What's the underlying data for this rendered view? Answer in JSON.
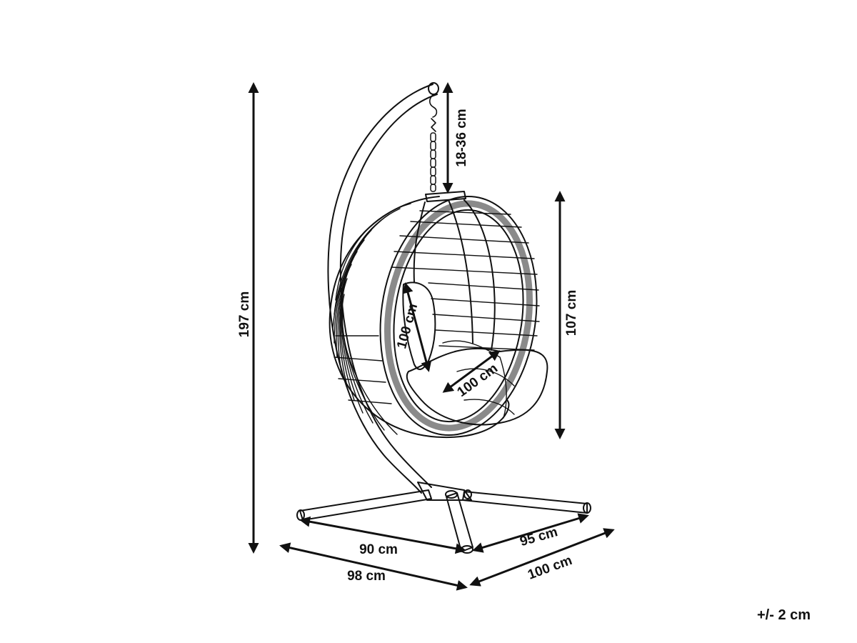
{
  "dimensions": {
    "total_height": "197 cm",
    "chain_length": "18-36 cm",
    "basket_height": "107 cm",
    "seat_height": "100 cm",
    "seat_depth": "100 cm",
    "base_front_left": "90 cm",
    "base_front_right": "95 cm",
    "base_outer_left": "98 cm",
    "base_outer_right": "100 cm"
  },
  "tolerance": "+/- 2 cm",
  "colors": {
    "line": "#111111",
    "rim": "#8a8a8a",
    "cushion": "#f3f3f3"
  }
}
